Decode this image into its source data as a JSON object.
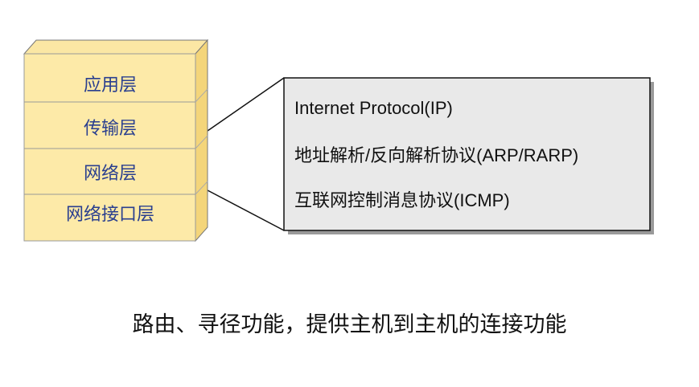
{
  "stack": {
    "layers": [
      {
        "label": "应用层"
      },
      {
        "label": "传输层"
      },
      {
        "label": "网络层"
      },
      {
        "label": "网络接口层"
      }
    ]
  },
  "callout": {
    "protocols": [
      "Internet Protocol(IP)",
      "地址解析/反向解析协议(ARP/RARP)",
      "互联网控制消息协议(ICMP)"
    ]
  },
  "caption": "路由、寻径功能，提供主机到主机的连接功能",
  "colors": {
    "layer_fill": "#fdeaa8",
    "layer_top": "#fbe7a4",
    "layer_side": "#f4d57a",
    "layer_text": "#2a3f8f",
    "callout_fill": "#e9e9e9",
    "outline": "#111111"
  }
}
